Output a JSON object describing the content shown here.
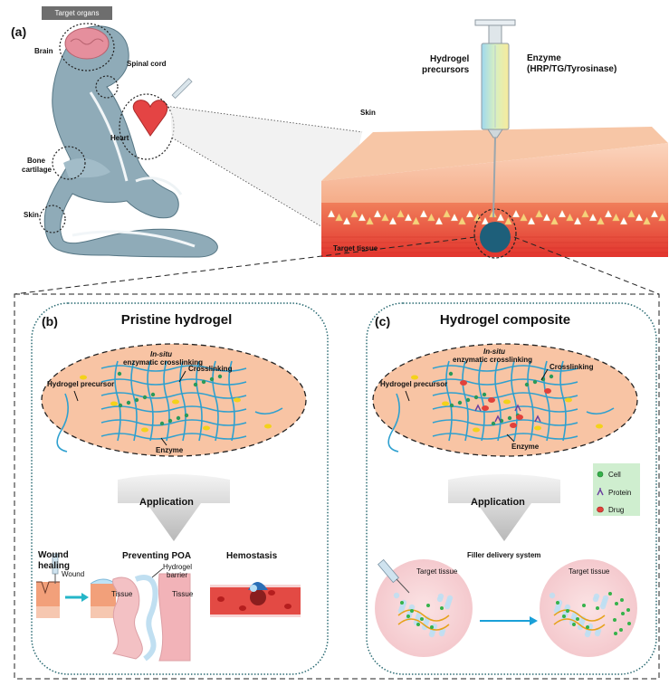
{
  "panel_a": {
    "letter": "(a)",
    "target_organs_badge": "Target organs",
    "organs": {
      "brain": "Brain",
      "spinal_cord": "Spinal cord",
      "heart": "Heart",
      "bone_cartilage_1": "Bone",
      "bone_cartilage_2": "cartilage",
      "skin": "Skin"
    },
    "syringe": {
      "hydrogel_precursors_1": "Hydrogel",
      "hydrogel_precursors_2": "precursors",
      "enzyme_1": "Enzyme",
      "enzyme_2": "(HRP/TG/Tyrosinase)"
    },
    "skin_label": "Skin",
    "target_tissue_label": "Target tissue"
  },
  "panel_b": {
    "letter": "(b)",
    "title": "Pristine hydrogel",
    "in_situ_1": "In-situ",
    "in_situ_2": "enzymatic crosslinking",
    "crosslinking": "Crosslinking",
    "hydrogel_precursor": "Hydrogel precursor",
    "enzyme": "Enzyme",
    "application": "Application",
    "apps": {
      "wound_healing_1": "Wound",
      "wound_healing_2": "healing",
      "wound": "Wound",
      "preventing_poa": "Preventing POA",
      "hydrogel_barrier_1": "Hydrogel",
      "hydrogel_barrier_2": "barrier",
      "tissue_left": "Tissue",
      "tissue_right": "Tissue",
      "hemostasis": "Hemostasis"
    }
  },
  "panel_c": {
    "letter": "(c)",
    "title": "Hydrogel composite",
    "in_situ_1": "In-situ",
    "in_situ_2": "enzymatic crosslinking",
    "crosslinking": "Crosslinking",
    "hydrogel_precursor": "Hydrogel precursor",
    "enzyme": "Enzyme",
    "application": "Application",
    "legend": {
      "cell": "Cell",
      "protein": "Protein",
      "drug": "Drug"
    },
    "filler_delivery": "Filler delivery system",
    "target_tissue_left": "Target tissue",
    "target_tissue_right": "Target tissue"
  },
  "colors": {
    "skin_top": "#f6bfa0",
    "skin_mid": "#f0a27a",
    "dermis_red": "#e8423a",
    "target_blob": "#1e5f7a",
    "ellipse_fill": "#f8c4a4",
    "fiber_blue": "#2ea0cf",
    "enzyme_yellow": "#f3d21a",
    "arrow_gray": "#c8c8c8",
    "legend_bg": "#cfeecf",
    "tissue_pink": "#f7d3d6",
    "delivery_arrow": "#1aa0d8"
  }
}
